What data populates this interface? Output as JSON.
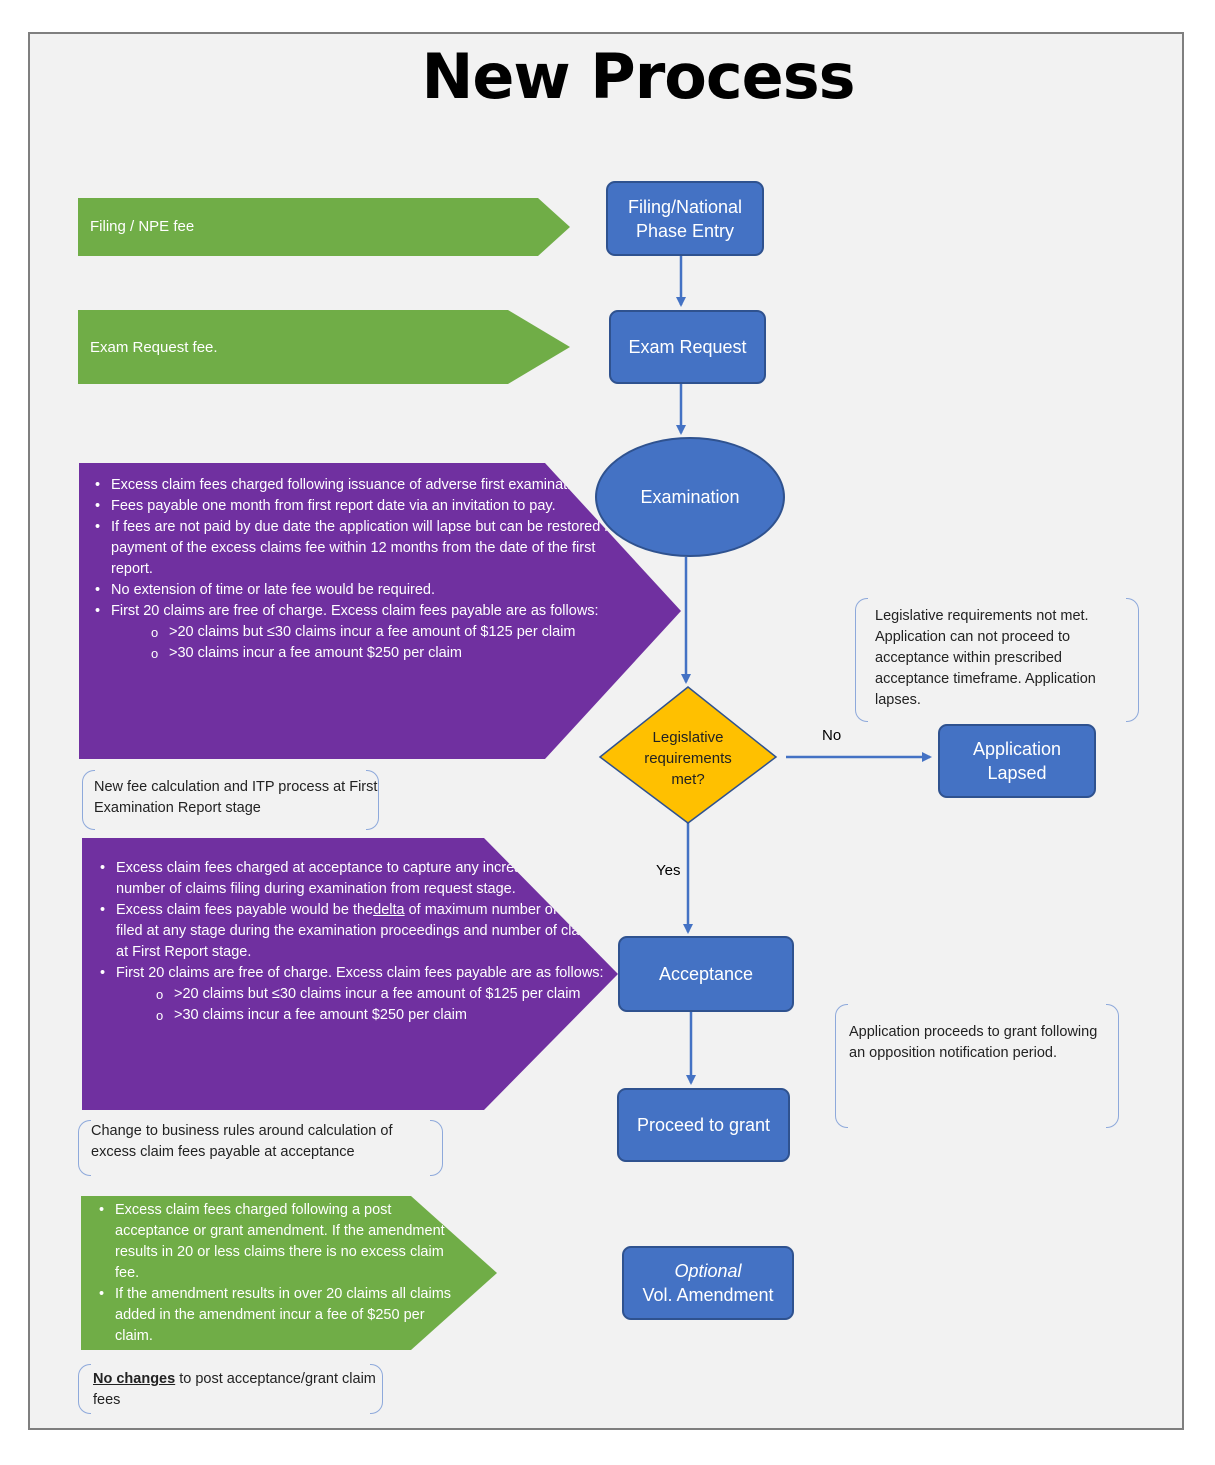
{
  "title": "New Process",
  "colors": {
    "box_fill": "#4472c4",
    "box_border": "#2f528f",
    "green": "#70ad47",
    "purple": "#7030a0",
    "decision": "#ffc000",
    "connector": "#4472c4",
    "bracket": "#8ea9db"
  },
  "nodes": {
    "filing": {
      "line1": "Filing/National",
      "line2": "Phase Entry"
    },
    "exam_request": {
      "label": "Exam Request"
    },
    "examination": {
      "label": "Examination"
    },
    "decision": {
      "line1": "Legislative",
      "line2": "requirements",
      "line3": "met?"
    },
    "lapsed": {
      "line1": "Application",
      "line2": "Lapsed"
    },
    "acceptance": {
      "label": "Acceptance"
    },
    "grant": {
      "label": "Proceed to grant"
    },
    "vol_amendment": {
      "line1": "Optional",
      "line2": "Vol. Amendment"
    }
  },
  "edges": {
    "no": "No",
    "yes": "Yes"
  },
  "fee_arrows": {
    "filing": "Filing / NPE fee",
    "exam_request": "Exam Request fee."
  },
  "examination_fees": {
    "bullets": [
      "Excess claim fees charged following issuance of adverse first examination report.",
      "Fees payable one month from first report date via an invitation to pay.",
      "If fees are not paid by due date the application will lapse but can be restored by payment of the excess claims fee within 12 months from the date of the first report.",
      "No extension of time or late fee would be required.",
      "First 20 claims are free of charge. Excess claim fees payable are as follows:"
    ],
    "sub_bullets": [
      ">20 claims but ≤30 claims incur a fee amount of $125 per claim",
      ">30 claims incur a fee amount $250 per claim"
    ]
  },
  "acceptance_fees": {
    "bullet1": "Excess claim fees charged at acceptance to capture any increase in number of claims filing during examination from request stage.",
    "bullet2_pre": "Excess claim fees payable would be the",
    "bullet2_link": "delta",
    "bullet2_post": " of maximum number of claims filed at any stage during the examination proceedings and number of claims at First Report stage.",
    "bullet3": "First 20 claims are free of charge. Excess claim fees payable are as follows:",
    "sub_bullets": [
      ">20 claims but ≤30 claims incur a fee amount of $125 per claim",
      ">30 claims incur a fee amount $250 per claim"
    ]
  },
  "amendment_fees": {
    "bullets": [
      "Excess claim fees charged following a post acceptance or grant amendment. If the amendment results in 20 or less claims there is no excess claim fee.",
      "If the amendment results in over 20 claims all claims added in the amendment incur a fee of $250 per claim."
    ]
  },
  "notes": {
    "first_report": "New fee calculation and ITP process at First Examination Report stage",
    "business_rules": "Change to business rules around calculation of excess claim fees payable at acceptance",
    "no_changes_bold": "No changes",
    "no_changes_rest": " to post acceptance/grant claim fees",
    "lapse": "Legislative requirements not met. Application can not proceed to acceptance within prescribed acceptance timeframe. Application lapses.",
    "grant": "Application proceeds to grant following an opposition notification period."
  }
}
